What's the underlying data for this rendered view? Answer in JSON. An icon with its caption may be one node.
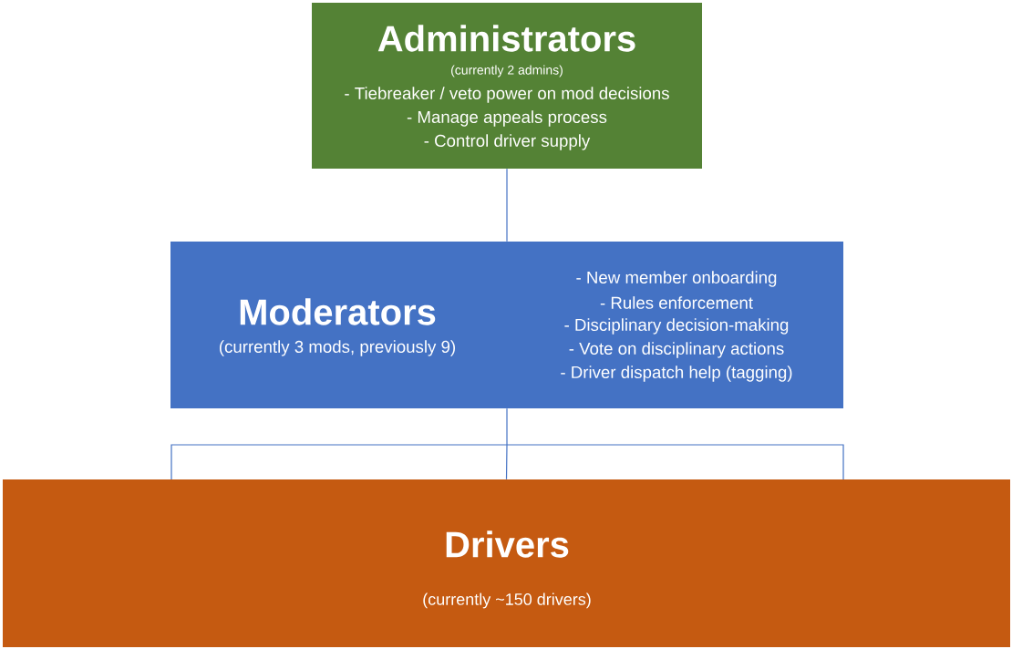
{
  "diagram": {
    "nodes": [
      {
        "text": [
          "Administrators",
          "(currently 2 admins)",
          "- Tiebreaker / veto power on mod decisions",
          "- Manage appeals process",
          "- Control driver supply"
        ]
      },
      {
        "text": [
          "Moderators",
          "(currently 3 mods, previously 9)",
          "- New member onboarding",
          "- Rules enforcement",
          "- Disciplinary decision-making",
          "- Vote on disciplinary actions",
          "- Driver dispatch help (tagging)"
        ]
      },
      {
        "text": [
          "Drivers",
          "(currently ~150 drivers)"
        ]
      }
    ],
    "edges": [
      {
        "from": 0,
        "to": 1,
        "arrow": "none"
      },
      {
        "from": 1,
        "to": 2,
        "arrow": "none"
      }
    ]
  }
}
